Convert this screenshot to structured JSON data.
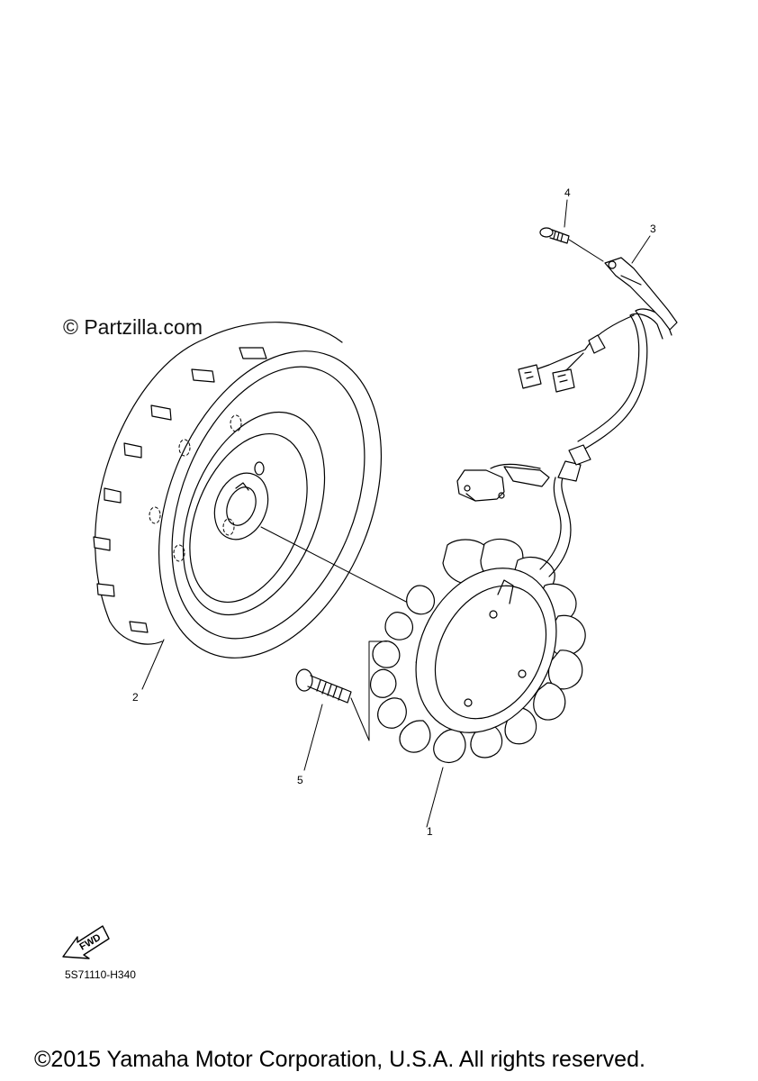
{
  "watermark": "© Partzilla.com",
  "callouts": {
    "c1": "1",
    "c2": "2",
    "c3": "3",
    "c4": "4",
    "c5": "5"
  },
  "fwd_label": "FWD",
  "part_code": "5S71110-H340",
  "copyright": "©2015 Yamaha Motor Corporation, U.S.A. All rights reserved."
}
